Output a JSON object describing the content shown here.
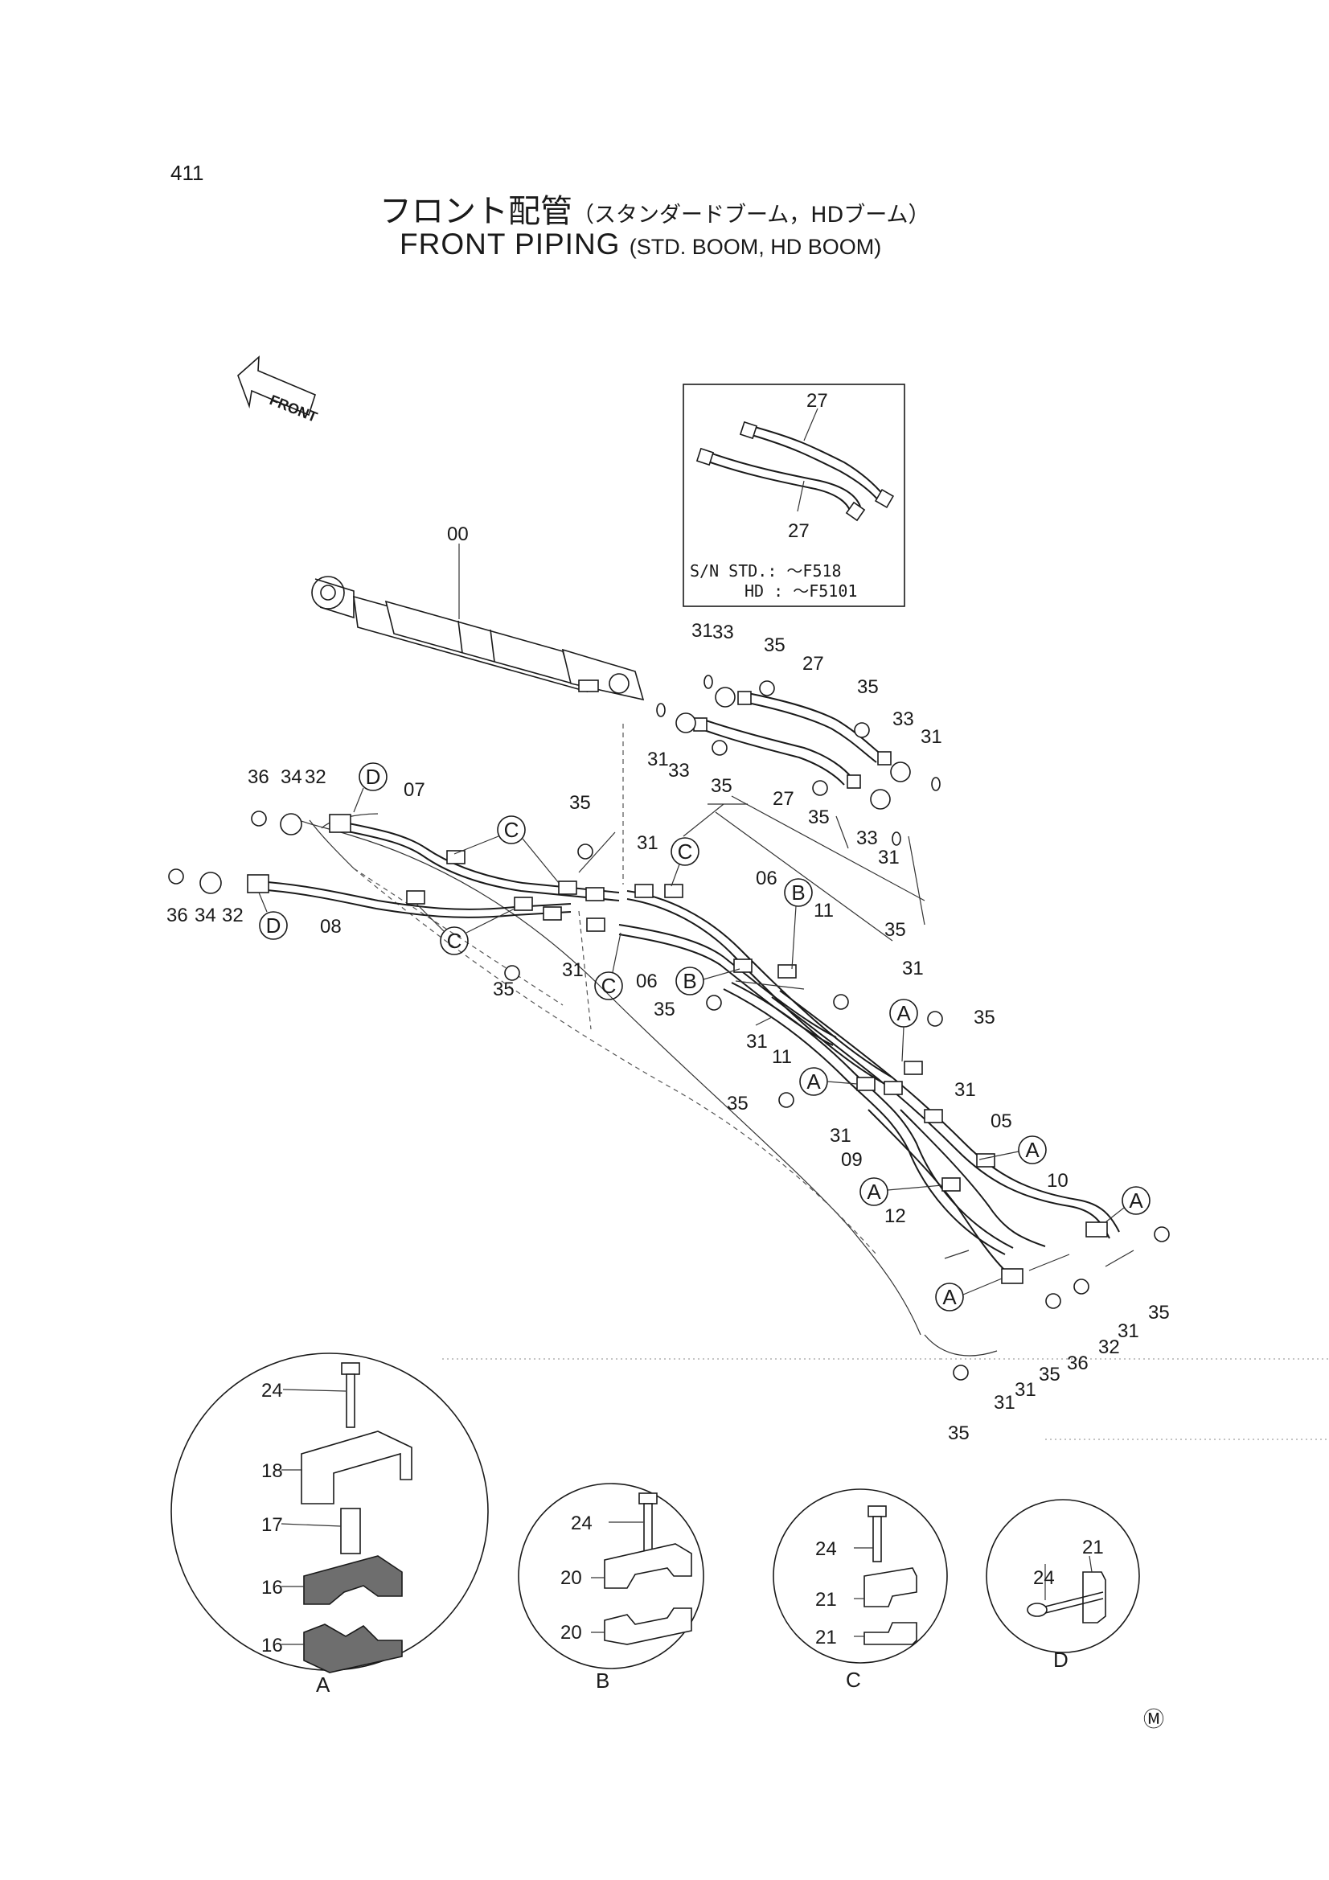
{
  "page_number": "411",
  "title_jp": "フロント配管",
  "title_jp_sub": "（スタンダードブーム，HDブーム）",
  "title_en": "FRONT  PIPING",
  "title_en_sub": "(STD. BOOM, HD BOOM)",
  "front_arrow_label": "FRONT",
  "inset": {
    "part_top": "27",
    "part_bottom": "27",
    "sn_line1": "S/N  STD.: ～F518",
    "sn_line2": "HD  : ～F5101"
  },
  "callouts": {
    "cylinder": "00",
    "c31a": "31",
    "c33a": "33",
    "c35a": "35",
    "c27a": "27",
    "c35b": "35",
    "c31b": "31",
    "c33b": "33",
    "c35c": "35",
    "c27b": "27",
    "c35d": "35",
    "c33c": "33",
    "c31c": "31",
    "c33d": "33",
    "c31d": "31",
    "c36a": "36",
    "c34a": "34",
    "c32a": "32",
    "c07": "07",
    "c35e": "35",
    "c31e": "31",
    "c36b": "36",
    "c34b": "34",
    "c32b": "32",
    "c08": "08",
    "c35f": "35",
    "c31f": "31",
    "c06a": "06",
    "c06b": "06",
    "c11a": "11",
    "c11b": "11",
    "c35g": "35",
    "c31g": "31",
    "c35h": "35",
    "c31h": "31",
    "c35i": "35",
    "c31i": "31",
    "c31j": "31",
    "c05": "05",
    "c09": "09",
    "c10": "10",
    "c12": "12",
    "c35j": "35",
    "c31k": "31",
    "c32c": "32",
    "c36c": "36",
    "c35k": "35",
    "c31l": "31",
    "c31m": "31",
    "c35l": "35"
  },
  "clamp_markers": {
    "A": "A",
    "B": "B",
    "C": "C",
    "D": "D"
  },
  "detail_a": {
    "label": "A",
    "p24": "24",
    "p18": "18",
    "p17": "17",
    "p16a": "16",
    "p16b": "16"
  },
  "detail_b": {
    "label": "B",
    "p24": "24",
    "p20a": "20",
    "p20b": "20"
  },
  "detail_c": {
    "label": "C",
    "p24": "24",
    "p21a": "21",
    "p21b": "21"
  },
  "detail_d": {
    "label": "D",
    "p24": "24",
    "p21": "21"
  },
  "footer_mark": "Ⓜ"
}
